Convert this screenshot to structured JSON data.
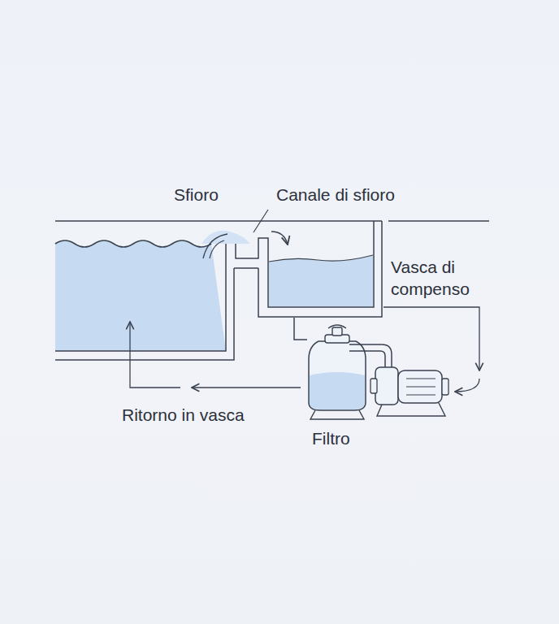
{
  "diagram": {
    "labels": [
      "Sfioro",
      "Canale di sfioro",
      "Vasca di compenso",
      "Ritorno in vasca",
      "Filtro"
    ]
  }
}
